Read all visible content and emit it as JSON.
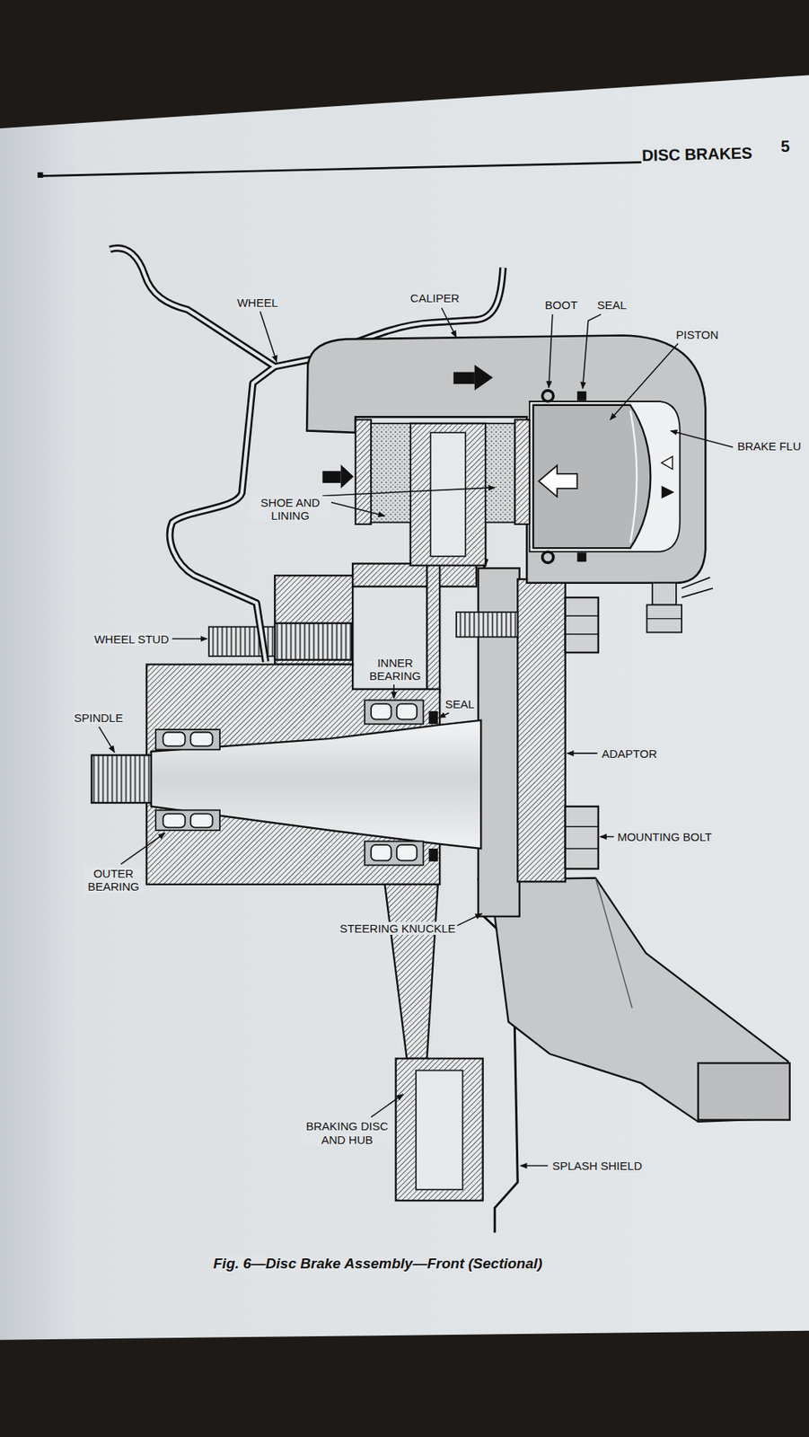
{
  "diagram": {
    "caption": "Fig. 6—Disc Brake Assembly—Front (Sectional)",
    "labels": [
      "DISC BRAKES",
      "5",
      "WHEEL",
      "CALIPER",
      "BOOT",
      "SEAL",
      "PISTON",
      "BRAKE FLU",
      "SHOE AND LINING",
      "WHEEL STUD",
      "INNER BEARING",
      "SEAL",
      "SPINDLE",
      "ADAPTOR",
      "MOUNTING BOLT",
      "OUTER BEARING",
      "STEERING KNUCKLE",
      "BRAKING DISC AND HUB",
      "SPLASH SHIELD"
    ]
  }
}
